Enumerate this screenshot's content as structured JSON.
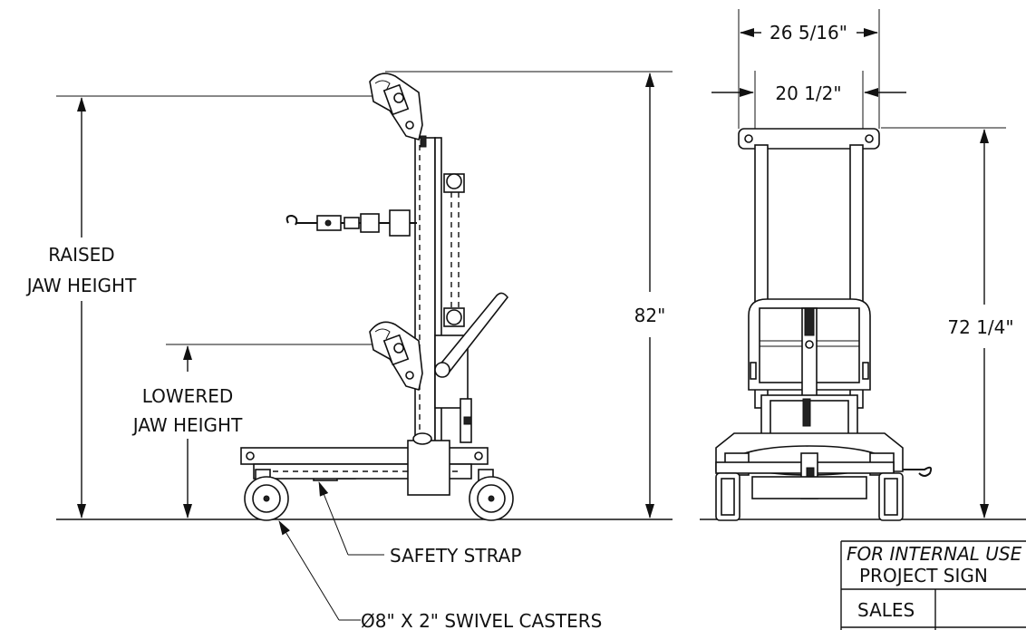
{
  "dimensions": {
    "top_width": "26 5/16\"",
    "inner_width": "20 1/2\"",
    "overall_height": "82\"",
    "front_height": "72 1/4\""
  },
  "labels": {
    "raised_line1": "RAISED",
    "raised_line2": "JAW HEIGHT",
    "lowered_line1": "LOWERED",
    "lowered_line2": "JAW HEIGHT",
    "safety_strap": "SAFETY STRAP",
    "casters": "Ø8\" X 2\" SWIVEL CASTERS"
  },
  "title_block": {
    "internal_use": "FOR INTERNAL USE",
    "project_sign": "PROJECT SIGN",
    "sales": "SALES"
  }
}
